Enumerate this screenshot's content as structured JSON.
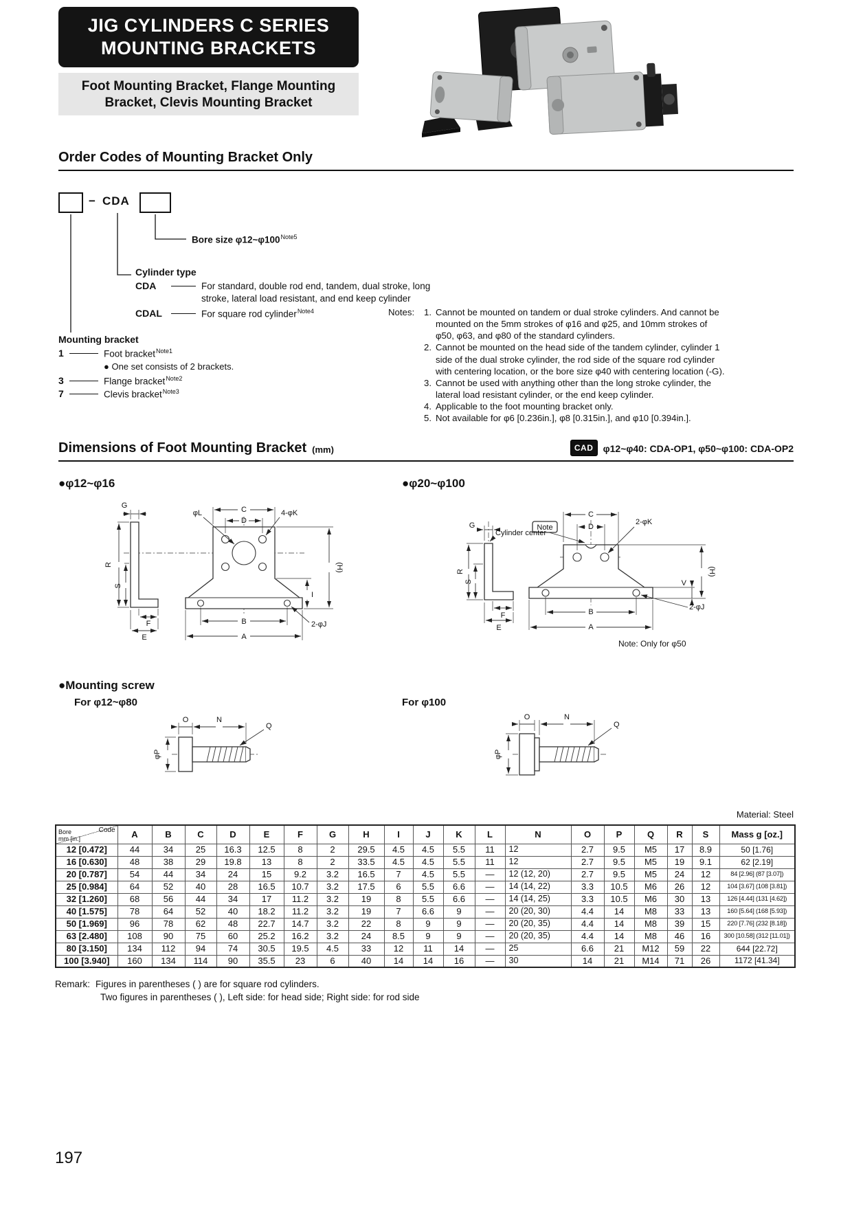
{
  "page_number": "197",
  "header": {
    "title_line1": "JIG CYLINDERS C SERIES",
    "title_line2": "MOUNTING BRACKETS",
    "subtitle_line1": "Foot Mounting Bracket, Flange Mounting",
    "subtitle_line2": "Bracket, Clevis Mounting Bracket"
  },
  "order_section": {
    "heading": "Order Codes of Mounting Bracket Only",
    "dash": "−",
    "cda": "CDA",
    "bore_size": {
      "label": "Bore size φ12~φ100",
      "note": "Note5"
    },
    "cylinder_type": {
      "heading": "Cylinder type",
      "items": [
        {
          "code": "CDA",
          "desc": "For standard, double rod end, tandem, dual stroke, long stroke, lateral load resistant, and end keep cylinder"
        },
        {
          "code": "CDAL",
          "desc": "For square rod cylinder",
          "note": "Note4"
        }
      ]
    },
    "mounting_bracket": {
      "heading": "Mounting bracket",
      "items": [
        {
          "code": "1",
          "desc": "Foot bracket",
          "note": "Note1"
        },
        {
          "code": "3",
          "desc": "Flange bracket",
          "note": "Note2"
        },
        {
          "code": "7",
          "desc": "Clevis bracket",
          "note": "Note3"
        }
      ],
      "foot_extra": "● One set consists of 2 brackets."
    },
    "notes_label": "Notes:",
    "notes": [
      {
        "num": "1.",
        "text": "Cannot be mounted on tandem or dual stroke cylinders. And cannot be mounted on the 5mm strokes of φ16 and φ25, and 10mm strokes of φ50, φ63, and φ80 of the standard cylinders."
      },
      {
        "num": "2.",
        "text": "Cannot be mounted on the head side of the tandem cylinder, cylinder 1 side of the dual stroke cylinder, the rod side of the square rod cylinder with centering location, or the bore size φ40 with centering location (-G)."
      },
      {
        "num": "3.",
        "text": "Cannot be used with anything other than the long stroke cylinder, the lateral load resistant cylinder, or the end keep cylinder."
      },
      {
        "num": "4.",
        "text": "Applicable to the foot mounting bracket only."
      },
      {
        "num": "5.",
        "text": "Not available for φ6 [0.236in.], φ8 [0.315in.], and φ10 [0.394in.]."
      }
    ]
  },
  "dimensions_section": {
    "heading": "Dimensions of Foot Mounting Bracket",
    "unit": "(mm)",
    "cad_label": "CAD",
    "cad_note": "φ12~φ40: CDA-OP1,  φ50~φ100: CDA-OP2",
    "left_drawing_title": "●φ12~φ16",
    "right_drawing_title": "●φ20~φ100",
    "right_drawing_note": "Note: Only for φ50",
    "labels": {
      "A": "A",
      "B": "B",
      "C": "C",
      "D": "D",
      "E": "E",
      "F": "F",
      "G": "G",
      "H": "(H)",
      "I": "I",
      "V": "V",
      "R": "R",
      "S": "S",
      "N": "N",
      "O": "O",
      "Q": "Q",
      "phiP": "φP",
      "phiL": "φL",
      "fourPhiK": "4-φK",
      "twoPhiK": "2-φK",
      "twoPhiJ": "2-φJ",
      "cylinder_center": "Cylinder center",
      "note": "Note"
    }
  },
  "screw_section": {
    "heading": "●Mounting screw",
    "left_title": "For φ12~φ80",
    "right_title": "For φ100"
  },
  "table": {
    "material": "Material: Steel",
    "corner_top": "Code",
    "corner_bottom_line1": "Bore",
    "corner_bottom_line2": "mm [in.]",
    "columns": [
      "A",
      "B",
      "C",
      "D",
      "E",
      "F",
      "G",
      "H",
      "I",
      "J",
      "K",
      "L",
      "N",
      "O",
      "P",
      "Q",
      "R",
      "S",
      "Mass g [oz.]"
    ],
    "rows": [
      {
        "bore": "12 [0.472]",
        "values": [
          "44",
          "34",
          "25",
          "16.3",
          "12.5",
          "8",
          "2",
          "29.5",
          "4.5",
          "4.5",
          "5.5",
          "11",
          "12",
          "2.7",
          "9.5",
          "M5",
          "17",
          "8.9",
          "50 [1.76]"
        ]
      },
      {
        "bore": "16 [0.630]",
        "values": [
          "48",
          "38",
          "29",
          "19.8",
          "13",
          "8",
          "2",
          "33.5",
          "4.5",
          "4.5",
          "5.5",
          "11",
          "12",
          "2.7",
          "9.5",
          "M5",
          "19",
          "9.1",
          "62 [2.19]"
        ]
      },
      {
        "bore": "20 [0.787]",
        "values": [
          "54",
          "44",
          "34",
          "24",
          "15",
          "9.2",
          "3.2",
          "16.5",
          "7",
          "4.5",
          "5.5",
          "—",
          "12 (12, 20)",
          "2.7",
          "9.5",
          "M5",
          "24",
          "12",
          "84 [2.96] (87 [3.07])"
        ]
      },
      {
        "bore": "25 [0.984]",
        "values": [
          "64",
          "52",
          "40",
          "28",
          "16.5",
          "10.7",
          "3.2",
          "17.5",
          "6",
          "5.5",
          "6.6",
          "—",
          "14 (14, 22)",
          "3.3",
          "10.5",
          "M6",
          "26",
          "12",
          "104 [3.67] (108 [3.81])"
        ]
      },
      {
        "bore": "32 [1.260]",
        "values": [
          "68",
          "56",
          "44",
          "34",
          "17",
          "11.2",
          "3.2",
          "19",
          "8",
          "5.5",
          "6.6",
          "—",
          "14 (14, 25)",
          "3.3",
          "10.5",
          "M6",
          "30",
          "13",
          "126 [4.44] (131 [4.62])"
        ]
      },
      {
        "bore": "40 [1.575]",
        "values": [
          "78",
          "64",
          "52",
          "40",
          "18.2",
          "11.2",
          "3.2",
          "19",
          "7",
          "6.6",
          "9",
          "—",
          "20 (20, 30)",
          "4.4",
          "14",
          "M8",
          "33",
          "13",
          "160 [5.64] (168 [5.93])"
        ]
      },
      {
        "bore": "50 [1.969]",
        "values": [
          "96",
          "78",
          "62",
          "48",
          "22.7",
          "14.7",
          "3.2",
          "22",
          "8",
          "9",
          "9",
          "—",
          "20 (20, 35)",
          "4.4",
          "14",
          "M8",
          "39",
          "15",
          "220 [7.76] (232 [8.18])"
        ]
      },
      {
        "bore": "63 [2.480]",
        "values": [
          "108",
          "90",
          "75",
          "60",
          "25.2",
          "16.2",
          "3.2",
          "24",
          "8.5",
          "9",
          "9",
          "—",
          "20 (20, 35)",
          "4.4",
          "14",
          "M8",
          "46",
          "16",
          "300 [10.58] (312 [11.01])"
        ]
      },
      {
        "bore": "80 [3.150]",
        "values": [
          "134",
          "112",
          "94",
          "74",
          "30.5",
          "19.5",
          "4.5",
          "33",
          "12",
          "11",
          "14",
          "—",
          "25",
          "6.6",
          "21",
          "M12",
          "59",
          "22",
          "644 [22.72]"
        ]
      },
      {
        "bore": "100 [3.940]",
        "values": [
          "160",
          "134",
          "114",
          "90",
          "35.5",
          "23",
          "6",
          "40",
          "14",
          "14",
          "16",
          "—",
          "30",
          "14",
          "21",
          "M14",
          "71",
          "26",
          "1172 [41.34]"
        ]
      }
    ]
  },
  "remark": {
    "label": "Remark:",
    "line1": "Figures in parentheses (    ) are for square rod cylinders.",
    "line2": "Two figures in parentheses (    ), Left side: for head side; Right side: for rod side"
  }
}
